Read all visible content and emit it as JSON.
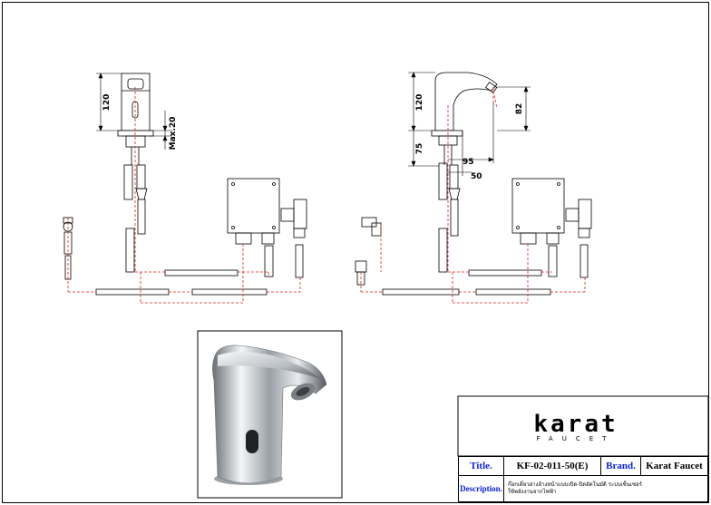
{
  "dimensions": {
    "left_height": "120",
    "left_max": "Max.20",
    "right_height": "120",
    "right_spout": "82",
    "right_lower": "75",
    "right_reach": "95",
    "right_base": "50"
  },
  "brand_logo": {
    "wordmark": "karat",
    "sub": "FAUCET"
  },
  "title_block": {
    "title_label": "Title.",
    "title_value": "KF-02-011-50(E)",
    "brand_label": "Brand.",
    "brand_value": "Karat Faucet",
    "description_label": "Description.",
    "description_line1": "ก๊อกเดี่ยวอ่างล้างหน้าแบบเปิด-ปิดอัตโนมัติ ระบบเซ็นเซอร์",
    "description_line2": "ใช้พลังงานจากไฟฟ้า"
  },
  "colors": {
    "line": "#000000",
    "centerline": "#e0221b",
    "label_blue": "#0a1fd6"
  }
}
